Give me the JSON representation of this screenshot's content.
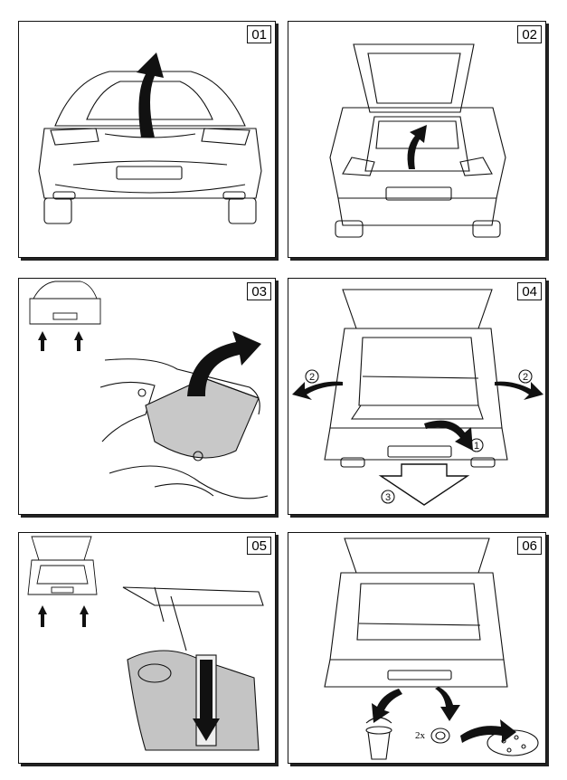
{
  "panels": [
    {
      "number": "01"
    },
    {
      "number": "02"
    },
    {
      "number": "03"
    },
    {
      "number": "04",
      "callouts": [
        "1",
        "2",
        "2",
        "3"
      ]
    },
    {
      "number": "05"
    },
    {
      "number": "06",
      "quantity_label": "2x"
    }
  ],
  "colors": {
    "line": "#111111",
    "arrow": "#111111",
    "shade": "#bdbdbd",
    "panel_bg": "#ffffff"
  }
}
